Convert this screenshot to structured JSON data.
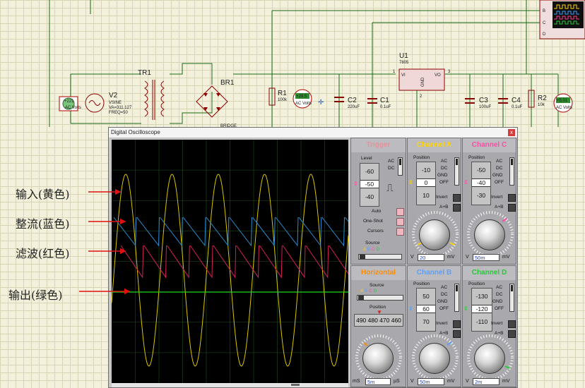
{
  "colors": {
    "yellow": "#d9c400",
    "blue": "#2a8fd6",
    "red": "#d61e5a",
    "green": "#1cd31c",
    "trigger": "#f08c98",
    "chA": "#ffd400",
    "chB": "#5aa0ff",
    "chC": "#ff4aa8",
    "chD": "#22cc33",
    "horiz": "#ff8c00"
  },
  "schematic": {
    "tr1": "TR1",
    "br1": "BR1",
    "br_sub": "BRIDGE",
    "v2_name": "V2",
    "v2_type": "VSINE",
    "v2_va": "VA=311.127",
    "v2_freq": "FREQ=50",
    "r1": "R1",
    "r1_val": "100k",
    "c2": "C2",
    "c2_val": "220uF",
    "c1": "C1",
    "c1_val": "0.1uF",
    "u1": "U1",
    "u1_part": "7805",
    "u1_vi": "VI",
    "u1_vo": "VO",
    "u1_gnd": "GND",
    "pin1": "1",
    "pin2": "2",
    "pin3": "3",
    "c3": "C3",
    "c3_val": "100uF",
    "c4": "C4",
    "c4_val": "0.1uF",
    "r2": "R2",
    "r2_val": "10k",
    "meter1_val": "+221",
    "meter1_unit": "AC Volts",
    "meter2_val": "+29.5",
    "meter2_unit": "AC Volts",
    "meter3_val": "+5.01",
    "meter3_unit": "AC Volts",
    "mini_b": "B",
    "mini_c": "C",
    "mini_d": "D"
  },
  "scope": {
    "title": "Digital Oscilloscope",
    "close": "x",
    "trigger": {
      "title": "Trigger",
      "level": "Level",
      "values": [
        "-60",
        "-50",
        "-40"
      ],
      "ac": "AC",
      "dc": "DC",
      "auto": "Auto",
      "oneshot": "One-Shot",
      "cursors": "Cursors",
      "source": "Source",
      "src_a": "A",
      "src_b": "B",
      "src_c": "C",
      "src_d": "D"
    },
    "chA": {
      "title": "Channel A",
      "position": "Position",
      "values": [
        "-10",
        "0",
        "10"
      ],
      "ac": "AC",
      "dc": "DC",
      "gnd": "GND",
      "off": "OFF",
      "invert": "Invert",
      "apb": "A+B",
      "value": "20",
      "u1": "V",
      "u2": "mV"
    },
    "chC": {
      "title": "Channel C",
      "position": "Position",
      "values": [
        "-50",
        "-40",
        "-30"
      ],
      "ac": "AC",
      "dc": "DC",
      "gnd": "GND",
      "off": "OFF",
      "invert": "Invert",
      "apb": "A+B",
      "value": "50m",
      "u1": "V",
      "u2": "mV"
    },
    "horizontal": {
      "title": "Horizontal",
      "source": "Source",
      "position": "Position",
      "values": "490 480 470 460",
      "value": "5m",
      "u1": "mS",
      "u2": "µS"
    },
    "chB": {
      "title": "Channel B",
      "position": "Position",
      "values": [
        "50",
        "60",
        "70"
      ],
      "ac": "AC",
      "dc": "DC",
      "gnd": "GND",
      "off": "OFF",
      "invert": "Invert",
      "apb": "A+B",
      "value": "50m",
      "u1": "V",
      "u2": "mV"
    },
    "chD": {
      "title": "Channel D",
      "position": "Position",
      "values": [
        "-130",
        "-120",
        "-110"
      ],
      "ac": "AC",
      "dc": "DC",
      "gnd": "GND",
      "off": "OFF",
      "invert": "Invert",
      "apb": "A+B",
      "value": "2m",
      "u1": "V",
      "u2": "mV"
    }
  },
  "annotations": {
    "input": "输入(黄色)",
    "rectified": "整流(蓝色)",
    "filtered": "滤波(红色)",
    "output": "输出(绿色)"
  }
}
